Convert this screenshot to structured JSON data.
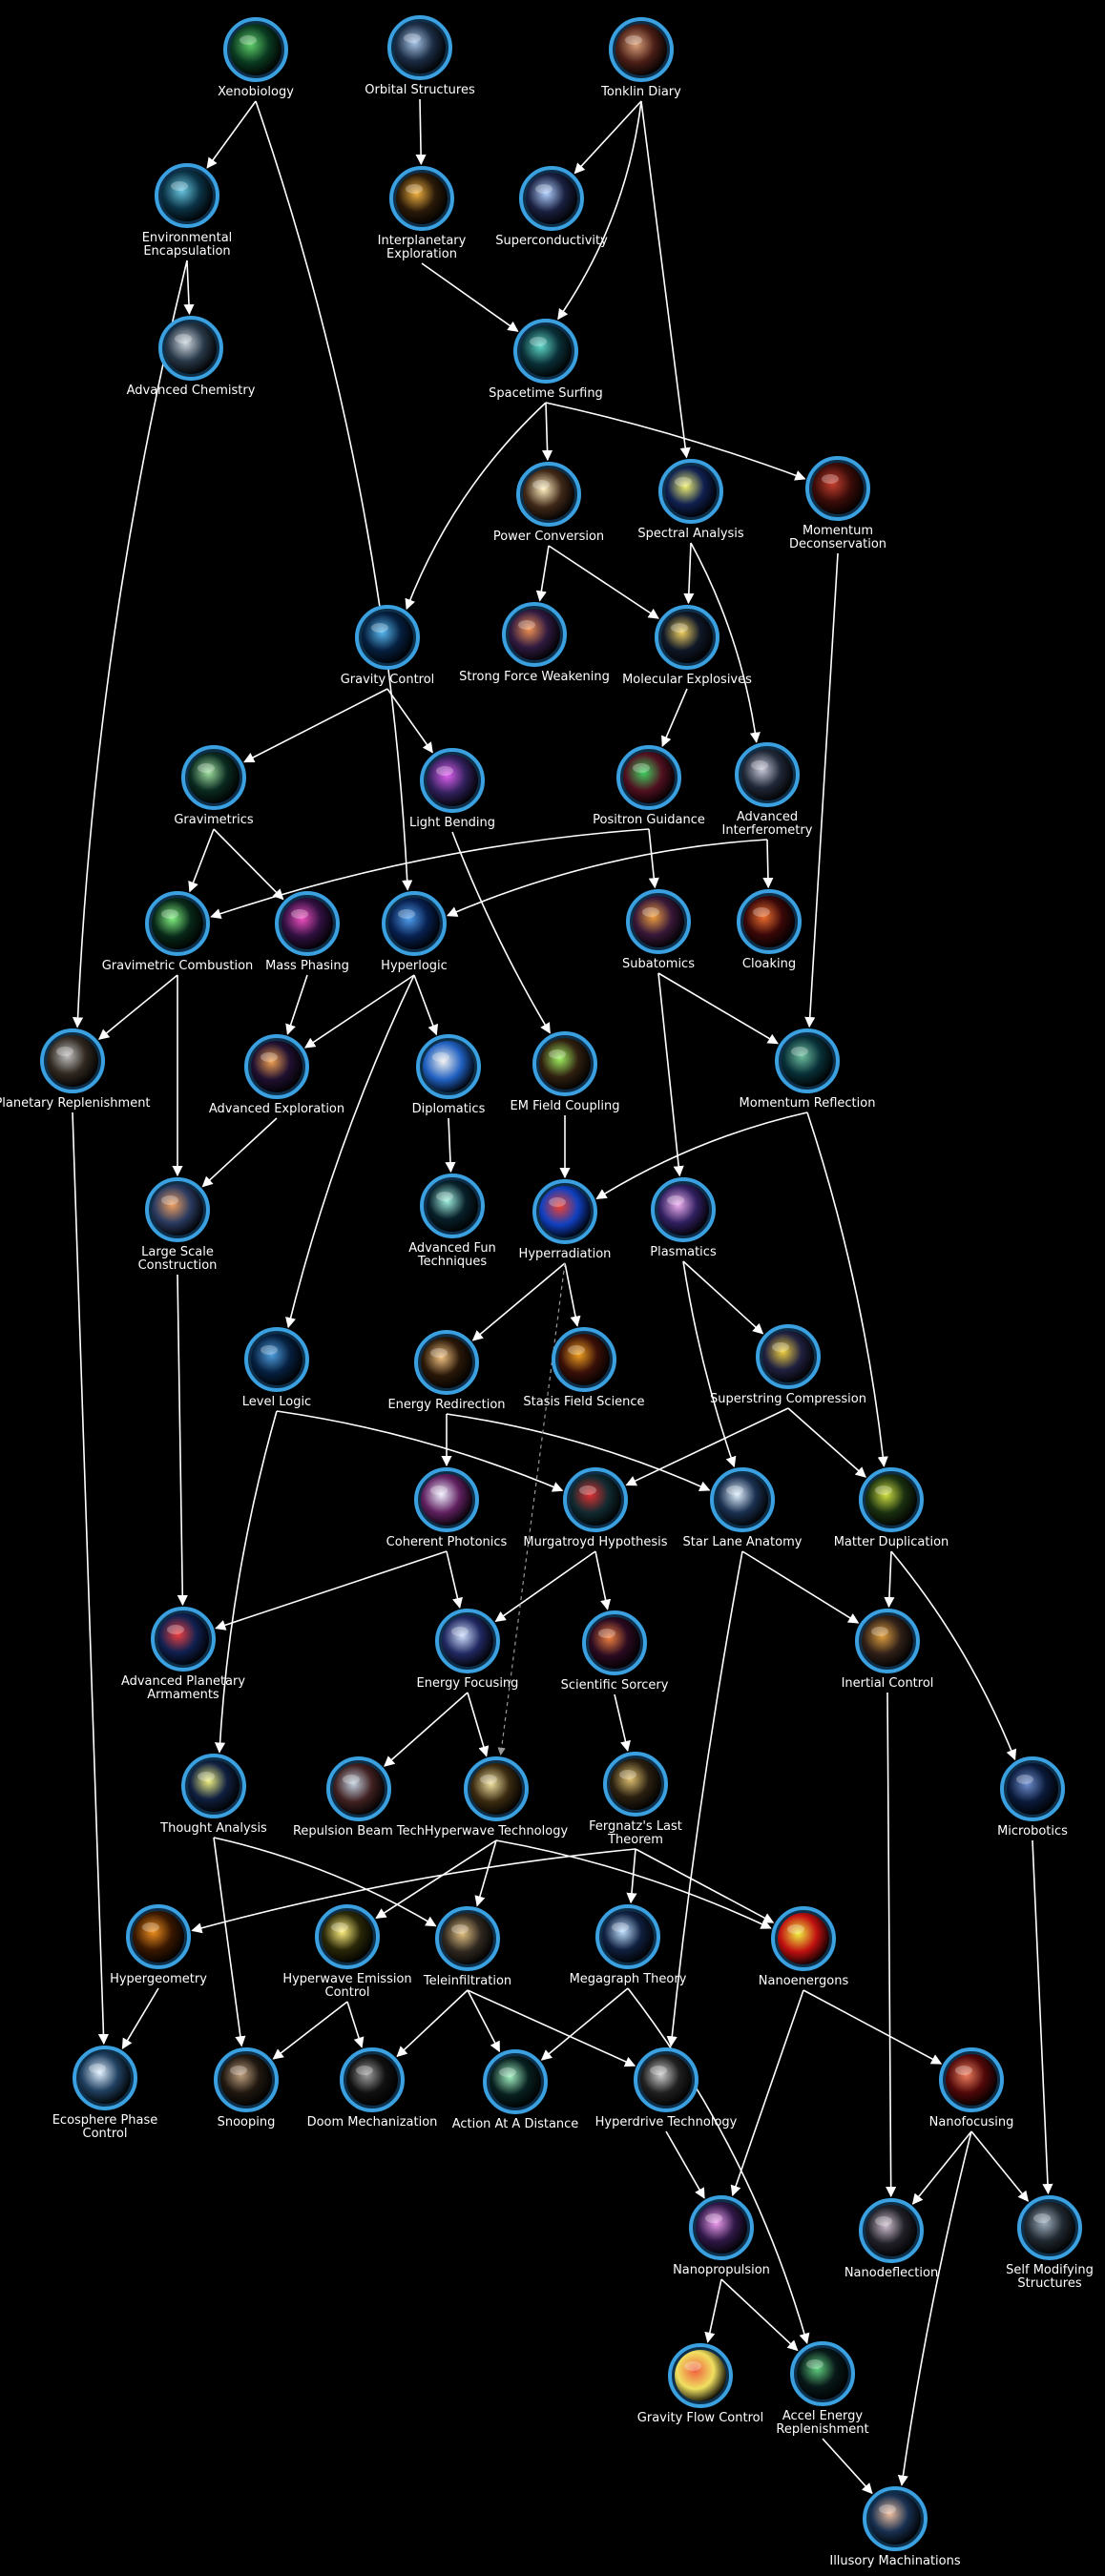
{
  "colors": {
    "background": "#000000",
    "ring": "#3aa0e0",
    "ring_inner": "#0d2f4a",
    "link": "#ffffff",
    "label": "#ffffff"
  },
  "techs": [
    {
      "id": "xenobiology",
      "label": [
        "Xenobiology"
      ],
      "icon": "green-web-icon",
      "c1": "#5fcf6a",
      "c2": "#0a3a20"
    },
    {
      "id": "orbital",
      "label": [
        "Orbital Structures"
      ],
      "icon": "space-station-icon",
      "c1": "#a9c6e8",
      "c2": "#1b2c44"
    },
    {
      "id": "tonklin",
      "label": [
        "Tonklin Diary"
      ],
      "icon": "diary-icon",
      "c1": "#d9a07a",
      "c2": "#4a1e16"
    },
    {
      "id": "env_encap",
      "label": [
        "Environmental",
        "Encapsulation"
      ],
      "icon": "encapsulation-icon",
      "c1": "#69c6e0",
      "c2": "#0b3346"
    },
    {
      "id": "interplanetary",
      "label": [
        "Interplanetary",
        "Exploration"
      ],
      "icon": "rocket-icon",
      "c1": "#f0b040",
      "c2": "#2a1a08"
    },
    {
      "id": "supercond",
      "label": [
        "Superconductivity"
      ],
      "icon": "sparkle-icon",
      "c1": "#b0d0ff",
      "c2": "#1a2040"
    },
    {
      "id": "adv_chem",
      "label": [
        "Advanced Chemistry"
      ],
      "icon": "lab-tower-icon",
      "c1": "#cfd8e0",
      "c2": "#283848"
    },
    {
      "id": "spacetime",
      "label": [
        "Spacetime Surfing"
      ],
      "icon": "wave-icon",
      "c1": "#5fd8c8",
      "c2": "#0a3038"
    },
    {
      "id": "power_conv",
      "label": [
        "Power Conversion"
      ],
      "icon": "energy-burst-icon",
      "c1": "#fff0c0",
      "c2": "#402818"
    },
    {
      "id": "spectral",
      "label": [
        "Spectral Analysis"
      ],
      "icon": "spectrum-icon",
      "c1": "#f0f070",
      "c2": "#102050"
    },
    {
      "id": "momentum_decon",
      "label": [
        "Momentum",
        "Deconservation"
      ],
      "icon": "brick-wall-icon",
      "c1": "#c84030",
      "c2": "#3a0c08"
    },
    {
      "id": "gravity_ctrl",
      "label": [
        "Gravity Control"
      ],
      "icon": "grid-sphere-icon",
      "c1": "#58b8f0",
      "c2": "#062040"
    },
    {
      "id": "strong_force",
      "label": [
        "Strong Force Weakening"
      ],
      "icon": "atom-core-icon",
      "c1": "#f09050",
      "c2": "#301a40"
    },
    {
      "id": "mol_explosives",
      "label": [
        "Molecular Explosives"
      ],
      "icon": "molecule-icon",
      "c1": "#f0d060",
      "c2": "#101828"
    },
    {
      "id": "gravimetrics",
      "label": [
        "Gravimetrics"
      ],
      "icon": "orbit-icon",
      "c1": "#a0e0a0",
      "c2": "#0a2a20"
    },
    {
      "id": "light_bending",
      "label": [
        "Light Bending"
      ],
      "icon": "rainbow-icon",
      "c1": "#e060f0",
      "c2": "#30205a"
    },
    {
      "id": "positron",
      "label": [
        "Positron Guidance"
      ],
      "icon": "green-particles-icon",
      "c1": "#40d060",
      "c2": "#501020"
    },
    {
      "id": "adv_interfero",
      "label": [
        "Advanced",
        "Interferometry"
      ],
      "icon": "spheres-icon",
      "c1": "#c8c8d8",
      "c2": "#202838"
    },
    {
      "id": "grav_combustion",
      "label": [
        "Gravimetric Combustion"
      ],
      "icon": "green-flare-icon",
      "c1": "#80f080",
      "c2": "#082818"
    },
    {
      "id": "mass_phasing",
      "label": [
        "Mass Phasing"
      ],
      "icon": "magenta-grid-icon",
      "c1": "#f050c0",
      "c2": "#301040"
    },
    {
      "id": "hyperlogic",
      "label": [
        "Hyperlogic"
      ],
      "icon": "blue-grid-icon",
      "c1": "#50a0f0",
      "c2": "#082050"
    },
    {
      "id": "subatomics",
      "label": [
        "Subatomics"
      ],
      "icon": "particle-trail-icon",
      "c1": "#f0a040",
      "c2": "#381838"
    },
    {
      "id": "cloaking",
      "label": [
        "Cloaking"
      ],
      "icon": "red-orb-icon",
      "c1": "#f07030",
      "c2": "#3a0808"
    },
    {
      "id": "planetary_repl",
      "label": [
        "Planetary Replenishment"
      ],
      "icon": "cracked-planet-icon",
      "c1": "#c0c0c0",
      "c2": "#302820"
    },
    {
      "id": "adv_exploration",
      "label": [
        "Advanced Exploration"
      ],
      "icon": "galaxy-icon",
      "c1": "#f0a050",
      "c2": "#201030"
    },
    {
      "id": "diplomatics",
      "label": [
        "Diplomatics"
      ],
      "icon": "peace-icon",
      "c1": "#f0f0f0",
      "c2": "#2060c0"
    },
    {
      "id": "em_field",
      "label": [
        "EM Field Coupling"
      ],
      "icon": "field-beam-icon",
      "c1": "#a0f060",
      "c2": "#302010"
    },
    {
      "id": "momentum_refl",
      "label": [
        "Momentum Reflection"
      ],
      "icon": "planets-icon",
      "c1": "#70c0a0",
      "c2": "#083038"
    },
    {
      "id": "large_scale",
      "label": [
        "Large Scale",
        "Construction"
      ],
      "icon": "tower-icon",
      "c1": "#f0a060",
      "c2": "#2a3a60"
    },
    {
      "id": "adv_fun",
      "label": [
        "Advanced Fun",
        "Techniques"
      ],
      "icon": "constellation-icon",
      "c1": "#a0f0e0",
      "c2": "#08202a"
    },
    {
      "id": "hyperradiation",
      "label": [
        "Hyperradiation"
      ],
      "icon": "heatmap-icon",
      "c1": "#f04030",
      "c2": "#1040c0"
    },
    {
      "id": "plasmatics",
      "label": [
        "Plasmatics"
      ],
      "icon": "plasma-icon",
      "c1": "#f0b0f0",
      "c2": "#302060"
    },
    {
      "id": "level_logic",
      "label": [
        "Level Logic"
      ],
      "icon": "maze-icon",
      "c1": "#50a0e0",
      "c2": "#062040"
    },
    {
      "id": "energy_redir",
      "label": [
        "Energy Redirection"
      ],
      "icon": "energy-swirl-icon",
      "c1": "#f0c080",
      "c2": "#2a1808"
    },
    {
      "id": "stasis",
      "label": [
        "Stasis Field Science"
      ],
      "icon": "spiral-icon",
      "c1": "#f0a020",
      "c2": "#3a1008"
    },
    {
      "id": "superstring",
      "label": [
        "Superstring Compression"
      ],
      "icon": "string-knot-icon",
      "c1": "#f0d040",
      "c2": "#202040"
    },
    {
      "id": "coherent",
      "label": [
        "Coherent Photonics"
      ],
      "icon": "prism-icon",
      "c1": "#f0f0ff",
      "c2": "#602060"
    },
    {
      "id": "murgatroyd",
      "label": [
        "Murgatroyd Hypothesis"
      ],
      "icon": "red-mesh-icon",
      "c1": "#e03030",
      "c2": "#102a30"
    },
    {
      "id": "star_lane",
      "label": [
        "Star Lane Anatomy"
      ],
      "icon": "snowflake-icon",
      "c1": "#e0f0ff",
      "c2": "#1a3050"
    },
    {
      "id": "matter_dup",
      "label": [
        "Matter Duplication"
      ],
      "icon": "leaf-icon",
      "c1": "#d0e040",
      "c2": "#1a3010"
    },
    {
      "id": "adv_planetary_arm",
      "label": [
        "Advanced Planetary",
        "Armaments"
      ],
      "icon": "explosion-planet-icon",
      "c1": "#f04040",
      "c2": "#102050"
    },
    {
      "id": "energy_focusing",
      "label": [
        "Energy Focusing"
      ],
      "icon": "focus-burst-icon",
      "c1": "#d0e0ff",
      "c2": "#202860"
    },
    {
      "id": "sci_sorcery",
      "label": [
        "Scientific Sorcery"
      ],
      "icon": "magic-orb-icon",
      "c1": "#f08040",
      "c2": "#2a0a20"
    },
    {
      "id": "inertial",
      "label": [
        "Inertial Control"
      ],
      "icon": "golden-web-icon",
      "c1": "#e0a040",
      "c2": "#302018"
    },
    {
      "id": "thought",
      "label": [
        "Thought Analysis"
      ],
      "icon": "lightning-icon",
      "c1": "#f0f080",
      "c2": "#102040"
    },
    {
      "id": "repulsion",
      "label": [
        "Repulsion Beam Tech"
      ],
      "icon": "ring-beam-icon",
      "c1": "#c0d0e0",
      "c2": "#402020"
    },
    {
      "id": "hyperwave",
      "label": [
        "Hyperwave Technology"
      ],
      "icon": "glowing-orb-icon",
      "c1": "#f0e0a0",
      "c2": "#3a2a10"
    },
    {
      "id": "fermatz",
      "label": [
        "Fergnatz's Last",
        "Theorem"
      ],
      "icon": "book-icon",
      "c1": "#e0c070",
      "c2": "#2a2010"
    },
    {
      "id": "microbotics",
      "label": [
        "Microbotics"
      ],
      "icon": "gears-icon",
      "c1": "#7090d0",
      "c2": "#0a1a3a"
    },
    {
      "id": "hypergeometry",
      "label": [
        "Hypergeometry"
      ],
      "icon": "hexagon-icon",
      "c1": "#f09020",
      "c2": "#3a1800"
    },
    {
      "id": "hw_emission",
      "label": [
        "Hyperwave Emission",
        "Control"
      ],
      "icon": "yellow-glow-icon",
      "c1": "#fff080",
      "c2": "#2a2808"
    },
    {
      "id": "teleinfiltration",
      "label": [
        "Teleinfiltration"
      ],
      "icon": "circuit-icon",
      "c1": "#e0c080",
      "c2": "#302820"
    },
    {
      "id": "megagraph",
      "label": [
        "Megagraph Theory"
      ],
      "icon": "network-icon",
      "c1": "#c0e0ff",
      "c2": "#102040"
    },
    {
      "id": "nanoenergons",
      "label": [
        "Nanoenergons"
      ],
      "icon": "target-glow-icon",
      "c1": "#f0f040",
      "c2": "#c01010"
    },
    {
      "id": "nanofocusing",
      "label": [
        "Nanofocusing"
      ],
      "icon": "red-core-icon",
      "c1": "#f08060",
      "c2": "#500808"
    },
    {
      "id": "ecosphere",
      "label": [
        "Ecosphere Phase",
        "Control"
      ],
      "icon": "cell-icon",
      "c1": "#e0f0ff",
      "c2": "#204060"
    },
    {
      "id": "snooping",
      "label": [
        "Snooping"
      ],
      "icon": "eye-icon",
      "c1": "#c0a080",
      "c2": "#201810"
    },
    {
      "id": "doom_mech",
      "label": [
        "Doom Mechanization"
      ],
      "icon": "robot-face-icon",
      "c1": "#a0a0a0",
      "c2": "#101010"
    },
    {
      "id": "action_distance",
      "label": [
        "Action At A Distance"
      ],
      "icon": "beam-ray-icon",
      "c1": "#a0f0c0",
      "c2": "#082020"
    },
    {
      "id": "hyperdrive",
      "label": [
        "Hyperdrive Technology"
      ],
      "icon": "engine-icon",
      "c1": "#d0d0d0",
      "c2": "#202020"
    },
    {
      "id": "nanopropulsion",
      "label": [
        "Nanopropulsion"
      ],
      "icon": "twisted-coil-icon",
      "c1": "#f0a0f0",
      "c2": "#301848"
    },
    {
      "id": "nanodeflection",
      "label": [
        "Nanodeflection"
      ],
      "icon": "cross-shield-icon",
      "c1": "#d0c0d0",
      "c2": "#202028"
    },
    {
      "id": "self_mod",
      "label": [
        "Self Modifying",
        "Structures"
      ],
      "icon": "stone-icon",
      "c1": "#a0b0c0",
      "c2": "#202830"
    },
    {
      "id": "gravity_flow",
      "label": [
        "Gravity Flow Control"
      ],
      "icon": "swirl-flow-icon",
      "c1": "#f06040",
      "c2": "#f0e060"
    },
    {
      "id": "accel_energy",
      "label": [
        "Accel Energy",
        "Replenishment"
      ],
      "icon": "vortex-icon",
      "c1": "#60d080",
      "c2": "#081818"
    },
    {
      "id": "illusory",
      "label": [
        "Illusory Machinations"
      ],
      "icon": "spiral-galaxy-icon",
      "c1": "#f0c0a0",
      "c2": "#183050"
    }
  ]
}
